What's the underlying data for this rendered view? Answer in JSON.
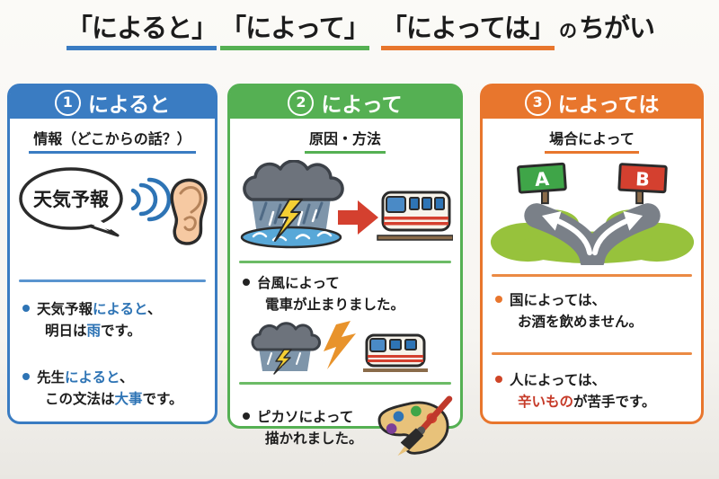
{
  "title": {
    "terms": [
      {
        "text": "「によると」",
        "underline_color": "#3a7cc2"
      },
      {
        "text": "「によって」",
        "underline_color": "#55b053"
      },
      {
        "text": "「によっては」",
        "underline_color": "#e8762d"
      }
    ],
    "connector": "の",
    "suffix": "ちがい"
  },
  "colors": {
    "blue": "#3a7cc2",
    "green": "#55b053",
    "orange": "#e8762d",
    "accent_blue": "#2e74b5",
    "accent_red": "#c63a28",
    "arrow_red": "#d4402f",
    "lightning_yellow": "#f5cf34",
    "bolt_orange": "#e8932c",
    "cloud_gray": "#6d737c",
    "rain_blue": "#7e95aa",
    "puddle_blue": "#58a8d8",
    "grass_green": "#97c23c",
    "road_gray": "#7a8088",
    "palette_tan": "#e8c27a",
    "ear_skin": "#f6c9a2",
    "track_brown": "#8a6b4a"
  },
  "panels": [
    {
      "number": "1",
      "header": "によると",
      "subtitle": "情報（どこからの話？）",
      "illustration": {
        "icons": [
          "speech-bubble",
          "sound-waves-icon",
          "ear-icon"
        ],
        "bubble_text": "天気予報"
      },
      "examples": [
        {
          "pre": "天気予報",
          "accent": "によると",
          "post": "、",
          "line2_pre": "明日は",
          "line2_accent": "雨",
          "line2_post": "です。"
        },
        {
          "pre": "先生",
          "accent": "によると",
          "post": "、",
          "line2_pre": "この文法は",
          "line2_accent": "大事",
          "line2_post": "です。"
        }
      ]
    },
    {
      "number": "2",
      "header": "によって",
      "subtitle": "原因・方法",
      "illustration": {
        "icons": [
          "storm-cloud-icon",
          "lightning-icon",
          "arrow-right-icon",
          "train-icon"
        ]
      },
      "examples": [
        {
          "line1": "台風によって",
          "line2": "電車が止まりました。",
          "icons": [
            "storm-cloud-icon",
            "lightning-icon",
            "bolt-orange-icon",
            "train-icon"
          ]
        },
        {
          "line1": "ピカソによって",
          "line2": "描かれました。",
          "icons": [
            "palette-icon",
            "paintbrush-icon"
          ]
        }
      ]
    },
    {
      "number": "3",
      "header": "によっては",
      "subtitle": "場合によって",
      "illustration": {
        "icons": [
          "fork-road-icon",
          "sign-a",
          "sign-b"
        ],
        "sign_left": "A",
        "sign_right": "B"
      },
      "examples": [
        {
          "line1": "国によっては、",
          "line2": "お酒を飲めません。"
        },
        {
          "line1": "人によっては、",
          "line2_accent": "辛いもの",
          "line2_post": "が苦手です。"
        }
      ]
    }
  ]
}
